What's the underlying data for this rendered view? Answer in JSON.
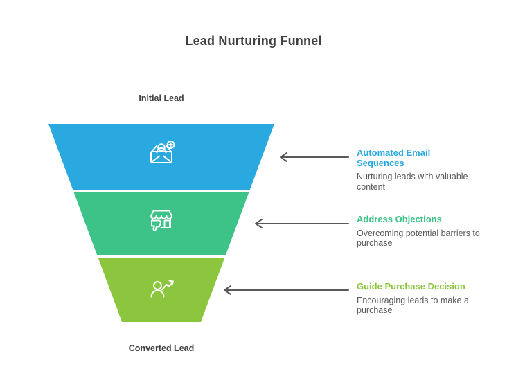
{
  "title": "Lead Nurturing Funnel",
  "funnel": {
    "top_label": "Initial Lead",
    "bottom_label": "Converted Lead",
    "segments": [
      {
        "name": "automated-email-sequences",
        "color": "#29A9E0",
        "icon": "email-add-contact-icon"
      },
      {
        "name": "address-objections",
        "color": "#3DC287",
        "icon": "storefront-thumbs-down-icon"
      },
      {
        "name": "guide-purchase-decision",
        "color": "#8CC63F",
        "icon": "person-decision-path-icon"
      }
    ]
  },
  "annotations": [
    {
      "title": "Automated Email Sequences",
      "description": "Nurturing leads with valuable content",
      "color": "#29A9E0"
    },
    {
      "title": "Address Objections",
      "description": "Overcoming potential barriers to purchase",
      "color": "#3DC287"
    },
    {
      "title": "Guide Purchase Decision",
      "description": "Encouraging leads to make a purchase",
      "color": "#8CC63F"
    }
  ],
  "colors": {
    "arrow": "#58595B",
    "icon_stroke": "#FFFFFF",
    "title_text": "#414042",
    "body_text": "#58595B"
  }
}
